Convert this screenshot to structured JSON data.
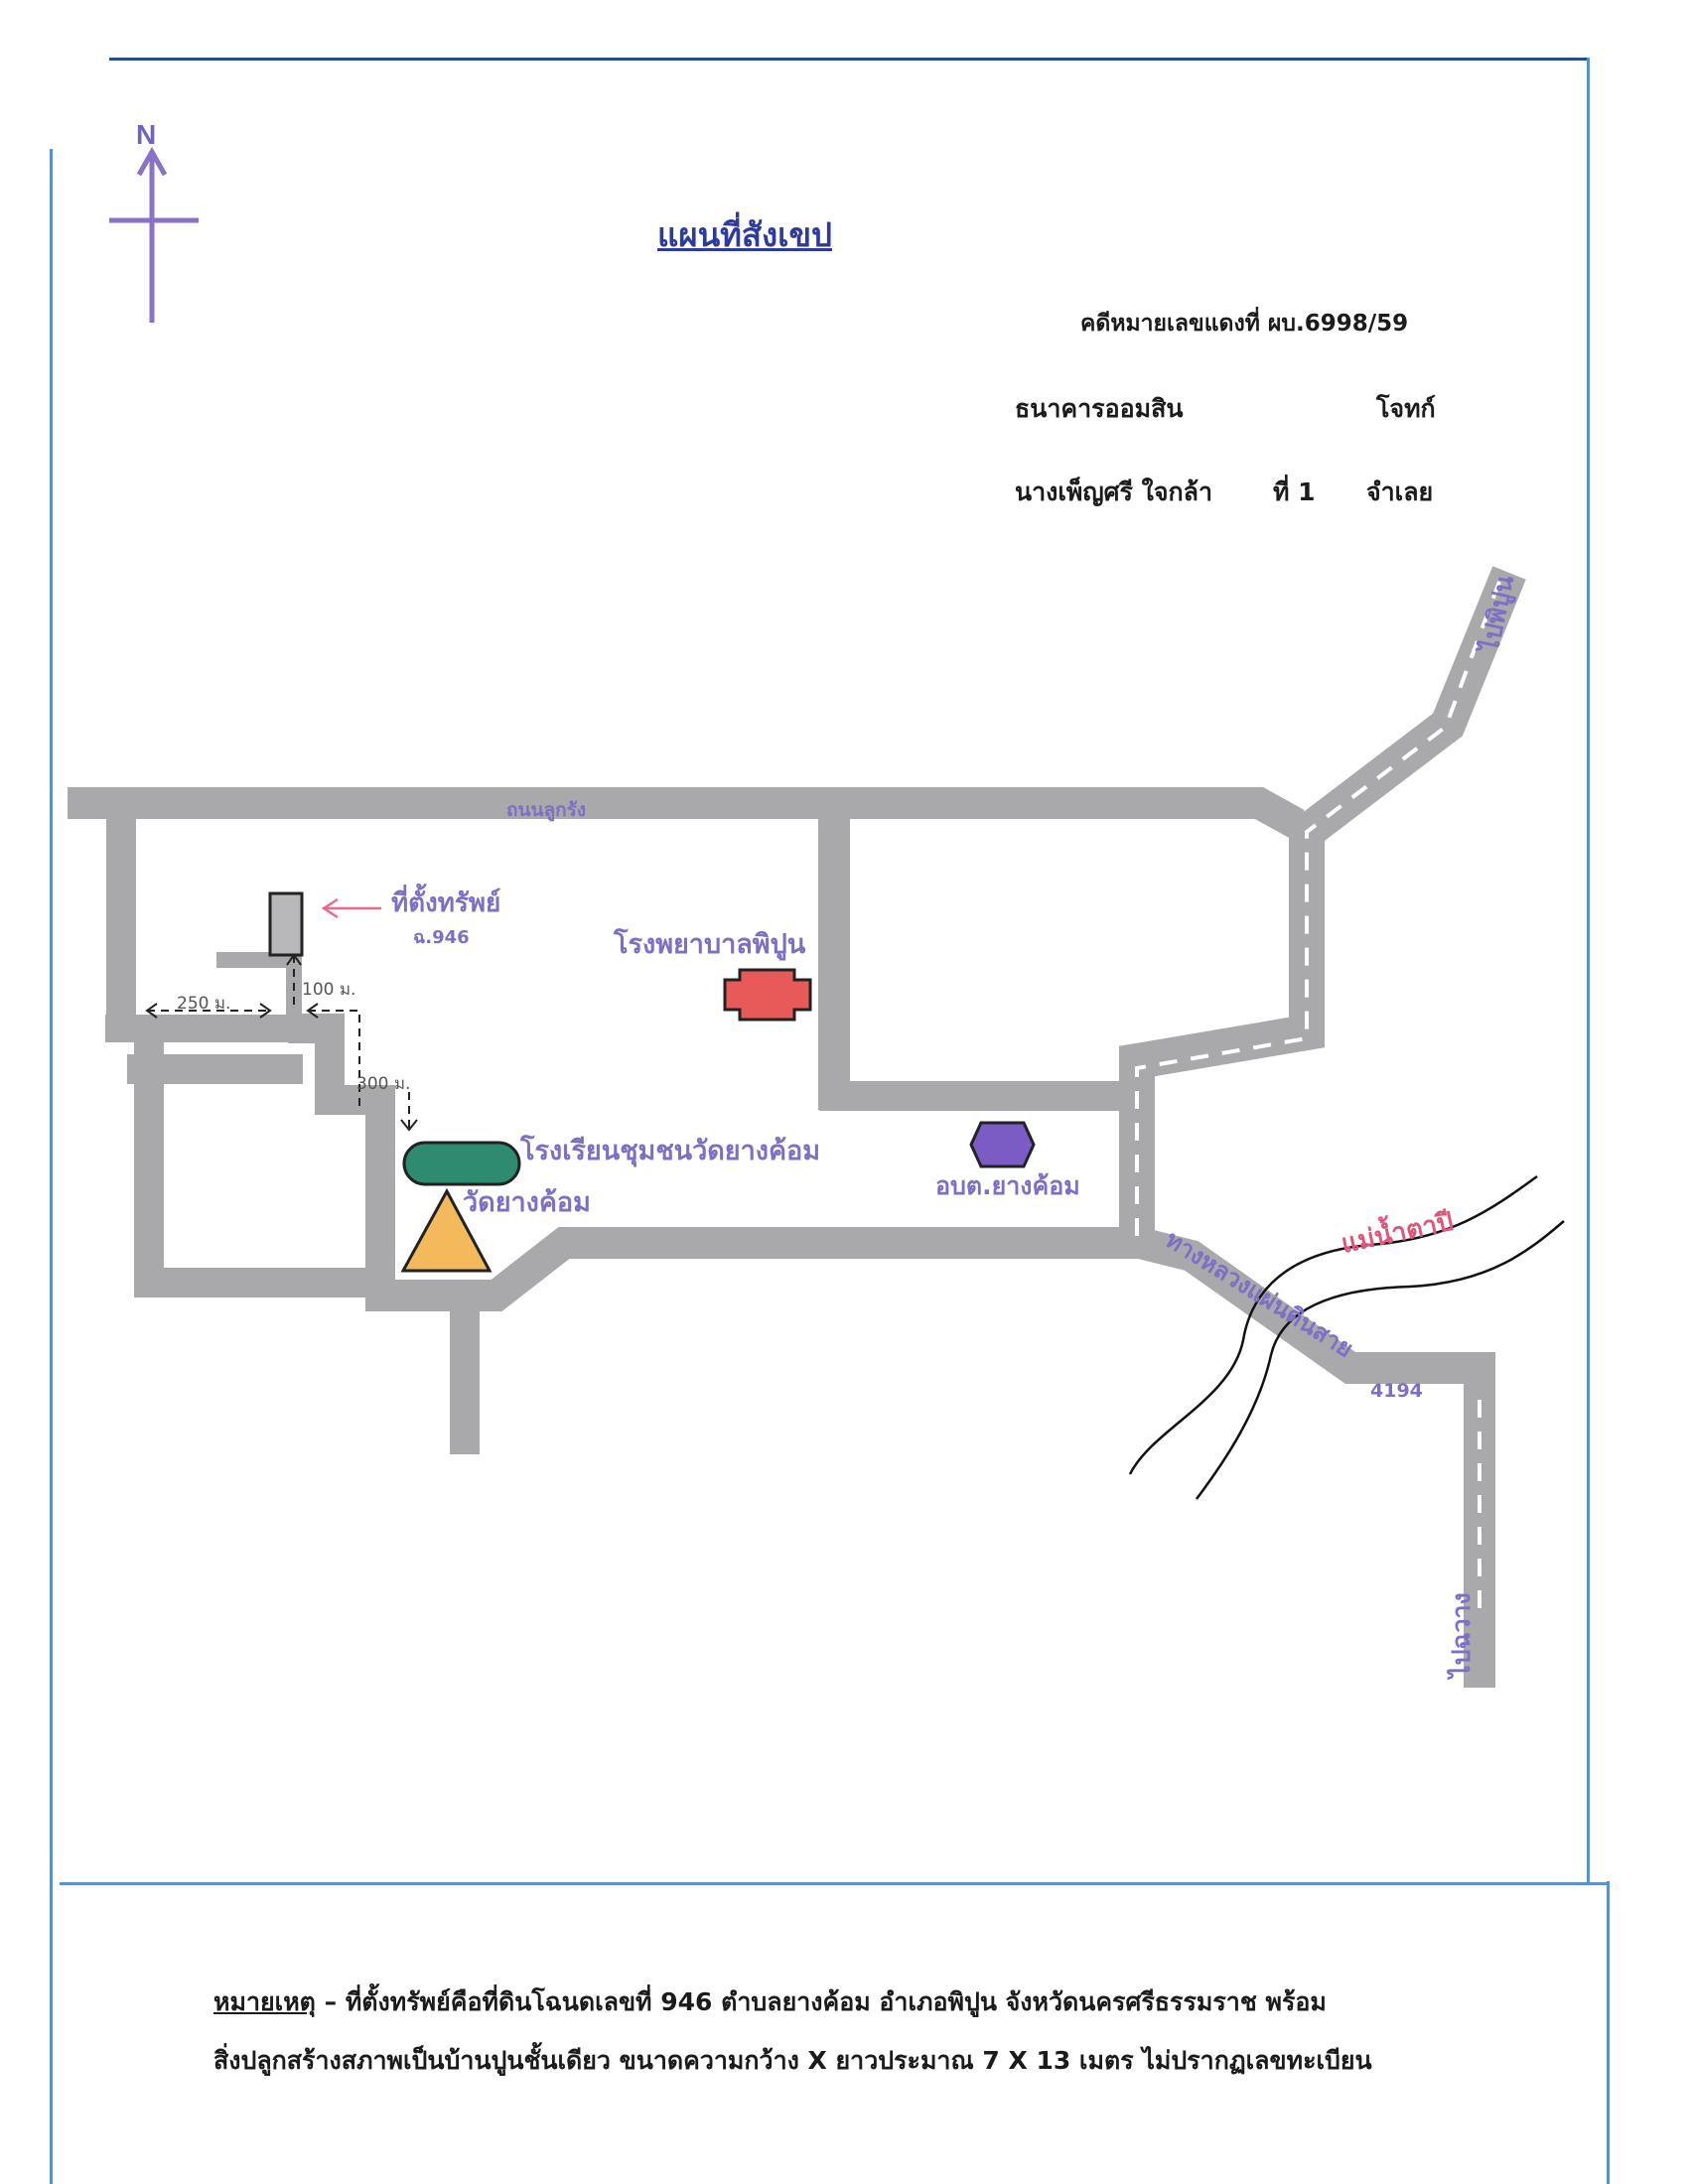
{
  "title": "แผนที่สังเขป",
  "case_number": "คดีหมายเลขแดงที่ ผบ.6998/59",
  "plaintiff": {
    "name": "ธนาคารออมสิน",
    "role": "โจทก์"
  },
  "defendant": {
    "name": "นางเพ็ญศรี ใจกล้า",
    "order": "ที่ 1",
    "role": "จำเลย"
  },
  "compass": {
    "label": "N"
  },
  "map": {
    "road_top_label": "ถนนลูกรัง",
    "property_label": "ที่ตั้งทรัพย์",
    "property_deed": "ฉ.946",
    "dist_250": "250 ม.",
    "dist_100": "100 ม.",
    "dist_300": "300 ม.",
    "hospital": "โรงพยาบาลพิปูน",
    "school": "โรงเรียนชุมชนวัดยางค้อม",
    "temple": "วัดยางค้อม",
    "sao": "อบต.ยางค้อม",
    "highway": "ทางหลวงแผ่นดินสาย",
    "highway_number": "4194",
    "river": "แม่น้ำตาปี",
    "to_pipun": "ไปพิปูน",
    "to_chawang": "ไปฉวาง",
    "colors": {
      "road": "#a9a9ab",
      "label_purple": "#7d6fc4",
      "hospital": "#e85a5a",
      "school": "#2e8b6f",
      "temple": "#f4b95a",
      "sao": "#7a5cc4",
      "river_label": "#e2557a",
      "arrow_pink": "#e86a8a"
    }
  },
  "note": {
    "label": "หมายเหตุ",
    "line1": " – ที่ตั้งทรัพย์คือที่ดินโฉนดเลขที่ 946 ตำบลยางค้อม อำเภอพิปูน จังหวัดนครศรีธรรมราช พร้อม",
    "line2": "สิ่งปลูกสร้างสภาพเป็นบ้านปูนชั้นเดียว ขนาดความกว้าง X ยาวประมาณ 7 X 13 เมตร ไม่ปรากฏเลขทะเบียน"
  }
}
